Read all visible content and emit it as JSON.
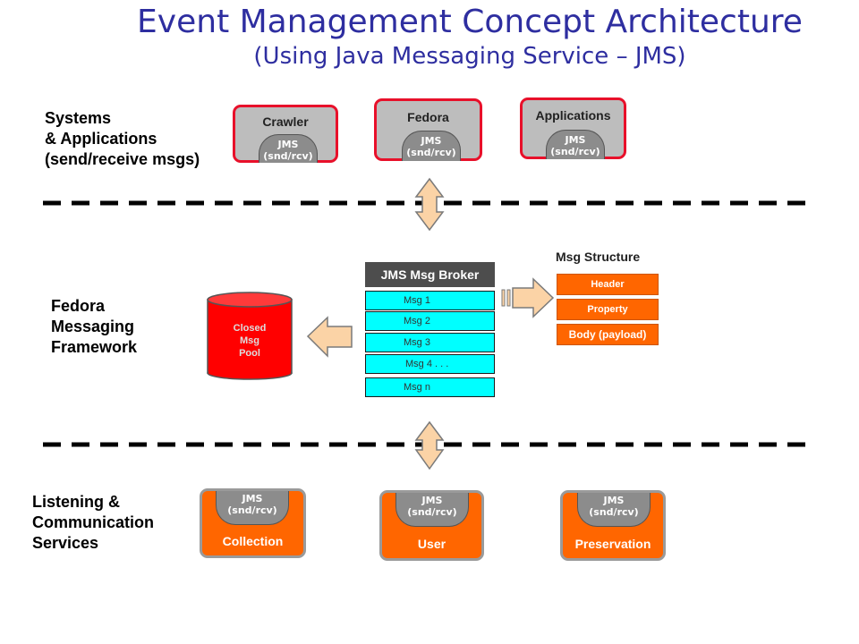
{
  "title": "Event Management Concept Architecture",
  "subtitle": "(Using Java Messaging Service – JMS)",
  "sections": {
    "systems": "Systems\n& Applications\n(send/receive msgs)",
    "framework": "Fedora\nMessaging\nFramework",
    "services": "Listening &\nCommunication\nServices"
  },
  "jms": {
    "line1": "JMS",
    "line2": "(snd/rcv)"
  },
  "systems_boxes": [
    "Crawler",
    "Fedora",
    "Applications"
  ],
  "service_boxes": [
    "Collection",
    "User",
    "Preservation"
  ],
  "closed_pool": [
    "Closed",
    "Msg",
    "Pool"
  ],
  "broker": {
    "title": "JMS Msg Broker",
    "messages": [
      "Msg 1",
      "Msg 2",
      "Msg 3",
      "Msg 4 . . .",
      "Msg n"
    ]
  },
  "msg_structure": {
    "title": "Msg Structure",
    "rows": [
      "Header",
      "Property",
      "Body (payload)"
    ]
  },
  "colors": {
    "title": "#2e2ea0",
    "system_box_fill": "#bdbdbd",
    "system_box_border": "#e8102a",
    "service_box_fill": "#ff6600",
    "broker_msg_fill": "#00ffff",
    "pool_fill": "#ff0000",
    "arrow_fill": "#fbd3a6"
  }
}
